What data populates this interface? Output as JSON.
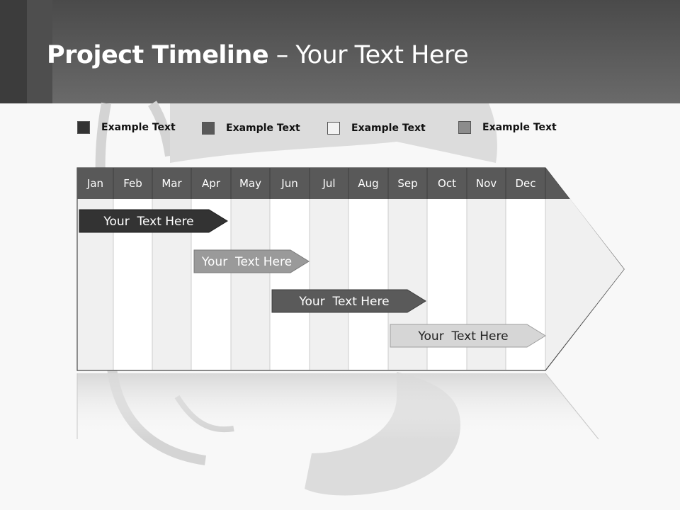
{
  "title": {
    "bold": "Project Timeline",
    "rest": " – Your Text Here"
  },
  "legend": [
    {
      "label": "Example Text",
      "color": "#333333"
    },
    {
      "label": "Example Text",
      "color": "#595959"
    },
    {
      "label": "Example Text",
      "color": "#f2f2f2"
    },
    {
      "label": "Example Text",
      "color": "#8c8c8c"
    }
  ],
  "months": [
    "Jan",
    "Feb",
    "Mar",
    "Apr",
    "May",
    "Jun",
    "Jul",
    "Aug",
    "Sep",
    "Oct",
    "Nov",
    "Dec"
  ],
  "tasks": [
    {
      "label": "Your  Text Here",
      "color": "#333333",
      "text_color": "#ffffff"
    },
    {
      "label": "Your  Text Here",
      "color": "#9a9a9a",
      "text_color": "#ffffff"
    },
    {
      "label": "Your  Text Here",
      "color": "#5a5a5a",
      "text_color": "#ffffff"
    },
    {
      "label": "Your  Text Here",
      "color": "#d6d6d6",
      "text_color": "#222222"
    }
  ]
}
